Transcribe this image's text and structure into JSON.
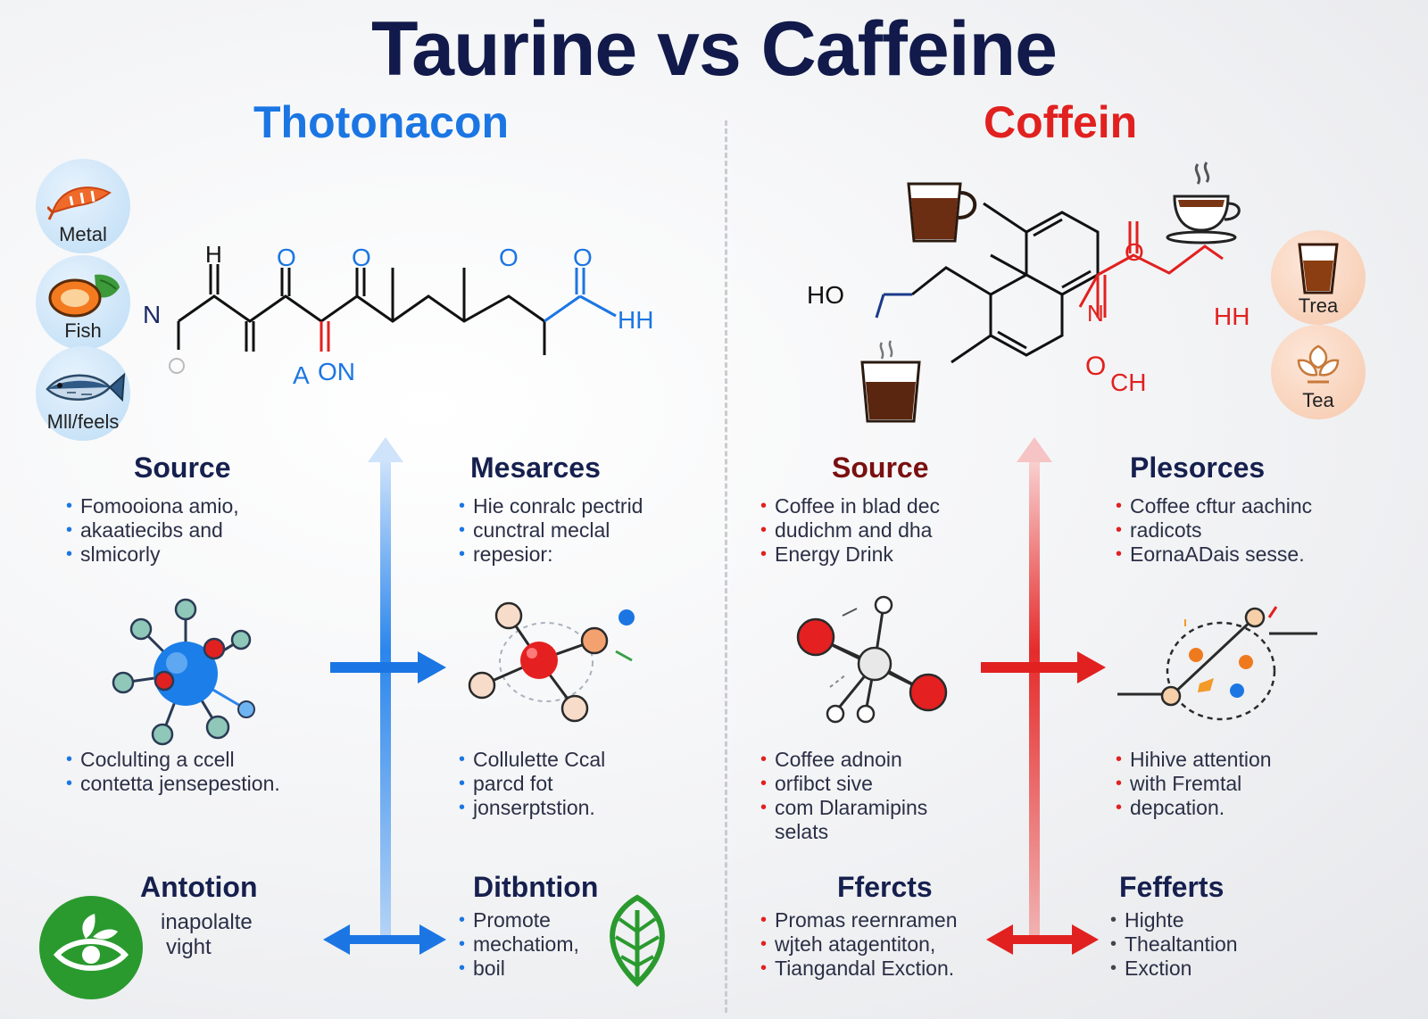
{
  "title": "Taurine vs Caffeine",
  "left": {
    "subtitle": "Thotonacon",
    "source_icons": [
      {
        "label": "Metal",
        "icon": "shrimp-icon"
      },
      {
        "label": "Fish",
        "icon": "orange-slice-icon"
      },
      {
        "label": "Mll/feels",
        "icon": "fish-icon"
      }
    ],
    "molecule_labels": {
      "h_top": "H",
      "o1": "O",
      "o2": "O",
      "o3": "O",
      "o4": "O",
      "n_left": "N",
      "hh": "HH",
      "a": "A",
      "on": "ON"
    },
    "source": {
      "heading": "Source",
      "items": [
        "Fomooiona amio,",
        "akaatiecibs and",
        "slmicorly"
      ]
    },
    "mesarces": {
      "heading": "Mesarces",
      "items": [
        "Hie conralc pectrid",
        "cunctral meclal",
        "repesior:"
      ]
    },
    "bottom_left": {
      "items": [
        "Coclulting a ccell",
        "contetta jensepestion."
      ]
    },
    "bottom_mid": {
      "items": [
        "Collulette Ccal",
        "parcd fot",
        "jonserptstion."
      ]
    },
    "antotion": {
      "heading": "Antotion",
      "lines": [
        "inapolalte",
        "vight"
      ]
    },
    "ditbntion": {
      "heading": "Ditbntion",
      "items": [
        "Promote",
        "mechatiom,",
        "boil"
      ]
    }
  },
  "right": {
    "subtitle": "Coffein",
    "side_icons": [
      {
        "label": "Trea",
        "icon": "tea-glass-icon"
      },
      {
        "label": "Tea",
        "icon": "tea-leaf-icon"
      }
    ],
    "molecule_labels": {
      "ho": "HO",
      "o_top": "O",
      "n": "N",
      "hh": "HH",
      "o_bottom": "O",
      "ch": "CH"
    },
    "source": {
      "heading": "Source",
      "items": [
        "Coffee in blad dec",
        "dudichm and dha",
        "Energy Drink"
      ]
    },
    "plesorces": {
      "heading": "Plesorces",
      "items": [
        "Coffee cftur aachinc",
        "radicots",
        "EornaADais sesse."
      ]
    },
    "bottom_left": {
      "items": [
        "Coffee adnoin",
        "orfibct sive",
        "com  Dlaramipins"
      ],
      "extra": "selats"
    },
    "bottom_right": {
      "items": [
        "Hihive attention",
        "with Fremtal",
        "depcation."
      ]
    },
    "fferects": {
      "heading": "Ffercts",
      "items": [
        "Promas reernramen",
        "wjteh atagentiton,",
        "Tiangandal Exction."
      ]
    },
    "fefferects": {
      "heading": "Fefferts",
      "items": [
        "Highte",
        "Thealtantion",
        "Exction"
      ]
    }
  },
  "colors": {
    "blue": "#1b76e3",
    "red": "#e1211f",
    "navy": "#111a4a"
  }
}
